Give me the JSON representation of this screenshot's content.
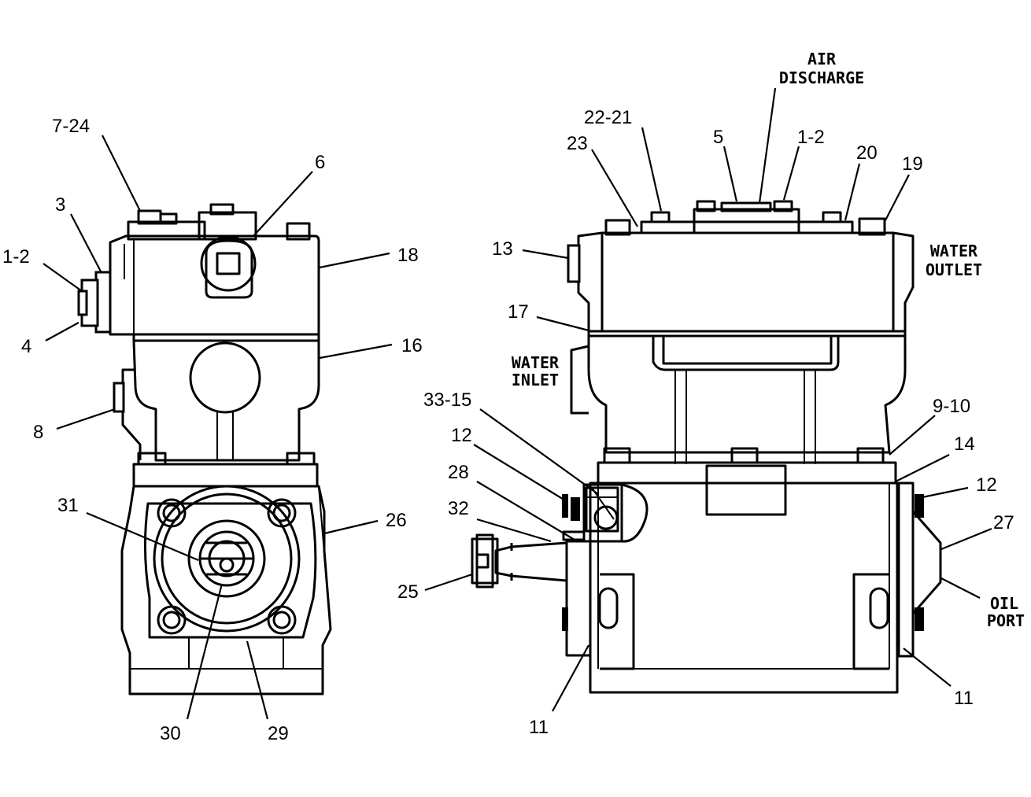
{
  "left_view": {
    "callouts": [
      "7-24",
      "6",
      "3",
      "1-2",
      "18",
      "4",
      "16",
      "8",
      "31",
      "26",
      "30",
      "29"
    ]
  },
  "right_view": {
    "callouts": [
      "22-21",
      "5",
      "1-2",
      "20",
      "19",
      "23",
      "13",
      "17",
      "9-10",
      "33-15",
      "12",
      "14",
      "28",
      "12",
      "32",
      "27",
      "25",
      "11",
      "11"
    ],
    "notes": {
      "air_discharge": [
        "AIR",
        "DISCHARGE"
      ],
      "water_outlet": [
        "WATER",
        "OUTLET"
      ],
      "water_inlet": [
        "WATER",
        "INLET"
      ],
      "oil_port": [
        "OIL",
        "PORT"
      ]
    }
  }
}
